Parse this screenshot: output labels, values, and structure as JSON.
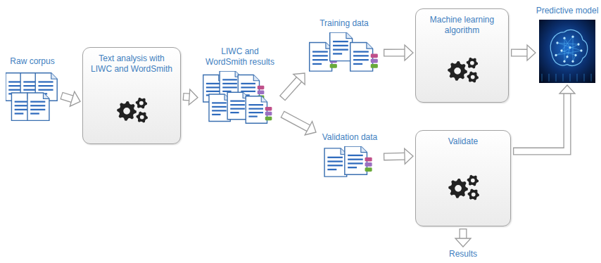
{
  "diagram": {
    "nodes": [
      {
        "text": [
          "Raw corpus"
        ]
      },
      {
        "text": [
          "Text analysis with LIWC and WordSmith"
        ]
      },
      {
        "text": [
          "LIWC and WordSmith results"
        ]
      },
      {
        "text": [
          "Training data"
        ]
      },
      {
        "text": [
          "Machine learning algorithm"
        ]
      },
      {
        "text": [
          "Predictive model"
        ]
      },
      {
        "text": [
          "Validation data"
        ]
      },
      {
        "text": [
          "Validate"
        ]
      },
      {
        "text": [
          "Results"
        ]
      }
    ],
    "edges": [
      {
        "from": 0,
        "to": 1,
        "arrow": "to"
      },
      {
        "from": 1,
        "to": 2,
        "arrow": "to"
      },
      {
        "from": 2,
        "to": 3,
        "arrow": "to"
      },
      {
        "from": 2,
        "to": 6,
        "arrow": "to"
      },
      {
        "from": 3,
        "to": 4,
        "arrow": "to"
      },
      {
        "from": 4,
        "to": 5,
        "arrow": "to"
      },
      {
        "from": 6,
        "to": 7,
        "arrow": "to"
      },
      {
        "from": 7,
        "to": 5,
        "arrow": "to"
      },
      {
        "from": 7,
        "to": 8,
        "arrow": "to"
      }
    ]
  }
}
